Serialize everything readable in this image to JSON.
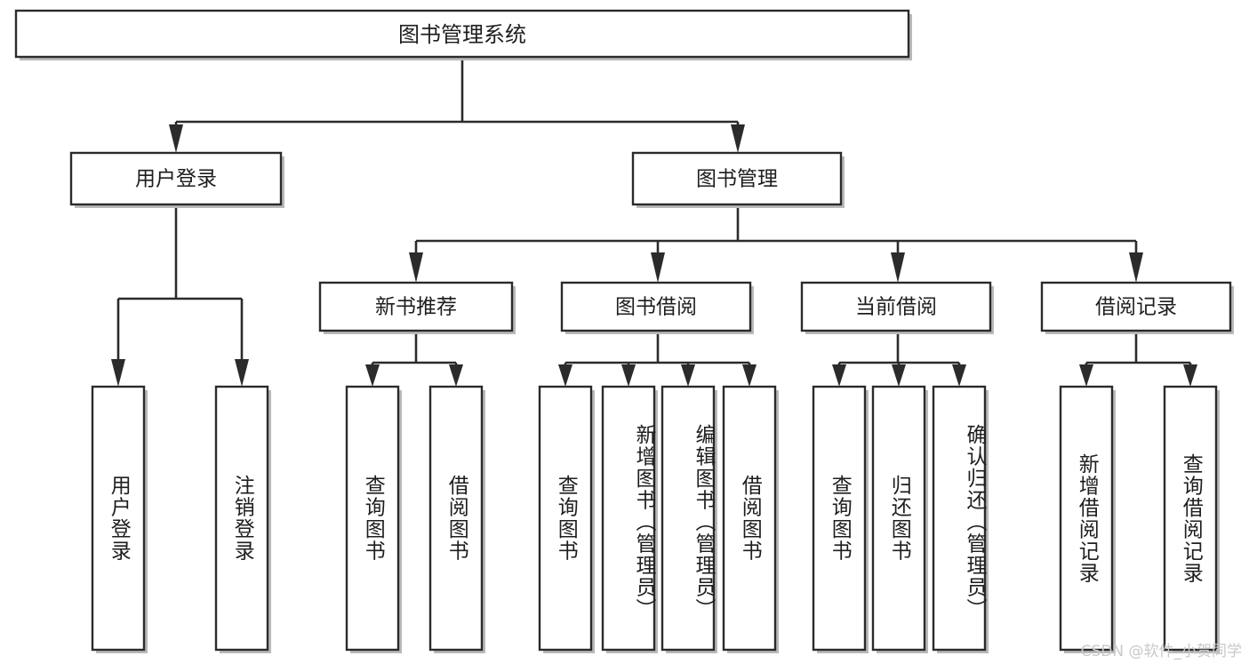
{
  "diagram": {
    "type": "tree",
    "title": "图书管理系统",
    "orientation": "top-down",
    "root": {
      "id": "root",
      "label": "图书管理系统",
      "level": 0,
      "text_orientation": "horizontal"
    },
    "level1": [
      {
        "id": "user-login",
        "label": "用户登录",
        "text_orientation": "horizontal"
      },
      {
        "id": "book-management",
        "label": "图书管理",
        "text_orientation": "horizontal"
      }
    ],
    "level2": [
      {
        "id": "new-book-recommend",
        "label": "新书推荐",
        "parent": "book-management",
        "text_orientation": "horizontal"
      },
      {
        "id": "book-borrow",
        "label": "图书借阅",
        "parent": "book-management",
        "text_orientation": "horizontal"
      },
      {
        "id": "current-borrow",
        "label": "当前借阅",
        "parent": "book-management",
        "text_orientation": "horizontal"
      },
      {
        "id": "borrow-record",
        "label": "借阅记录",
        "parent": "book-management",
        "text_orientation": "horizontal"
      }
    ],
    "leaves": [
      {
        "id": "leaf-user-login",
        "label": "用户登录",
        "parent": "user-login",
        "text_orientation": "vertical"
      },
      {
        "id": "leaf-user-logout",
        "label": "注销登录",
        "parent": "user-login",
        "text_orientation": "vertical"
      },
      {
        "id": "leaf-query-book-1",
        "label": "查询图书",
        "parent": "new-book-recommend",
        "text_orientation": "vertical"
      },
      {
        "id": "leaf-borrow-book-1",
        "label": "借阅图书",
        "parent": "new-book-recommend",
        "text_orientation": "vertical"
      },
      {
        "id": "leaf-query-book-2",
        "label": "查询图书",
        "parent": "book-borrow",
        "text_orientation": "vertical"
      },
      {
        "id": "leaf-add-book",
        "label": "新增图书（管理员）",
        "parent": "book-borrow",
        "text_orientation": "vertical"
      },
      {
        "id": "leaf-edit-book",
        "label": "编辑图书（管理员）",
        "parent": "book-borrow",
        "text_orientation": "vertical"
      },
      {
        "id": "leaf-borrow-book-2",
        "label": "借阅图书",
        "parent": "book-borrow",
        "text_orientation": "vertical"
      },
      {
        "id": "leaf-query-book-3",
        "label": "查询图书",
        "parent": "current-borrow",
        "text_orientation": "vertical"
      },
      {
        "id": "leaf-return-book",
        "label": "归还图书",
        "parent": "current-borrow",
        "text_orientation": "vertical"
      },
      {
        "id": "leaf-confirm-return",
        "label": "确认归还（管理员）",
        "parent": "current-borrow",
        "text_orientation": "vertical"
      },
      {
        "id": "leaf-add-record",
        "label": "新增借阅记录",
        "parent": "borrow-record",
        "text_orientation": "vertical"
      },
      {
        "id": "leaf-query-record",
        "label": "查询借阅记录",
        "parent": "borrow-record",
        "text_orientation": "vertical"
      }
    ]
  },
  "watermark": {
    "text": "CSDN @软件_小贺同学"
  },
  "colors": {
    "stroke": "#2b2b2b",
    "fill": "#ffffff",
    "text": "#1e1e1e",
    "shadow": "#b9b9b9",
    "watermark": "#c9c9c9"
  }
}
